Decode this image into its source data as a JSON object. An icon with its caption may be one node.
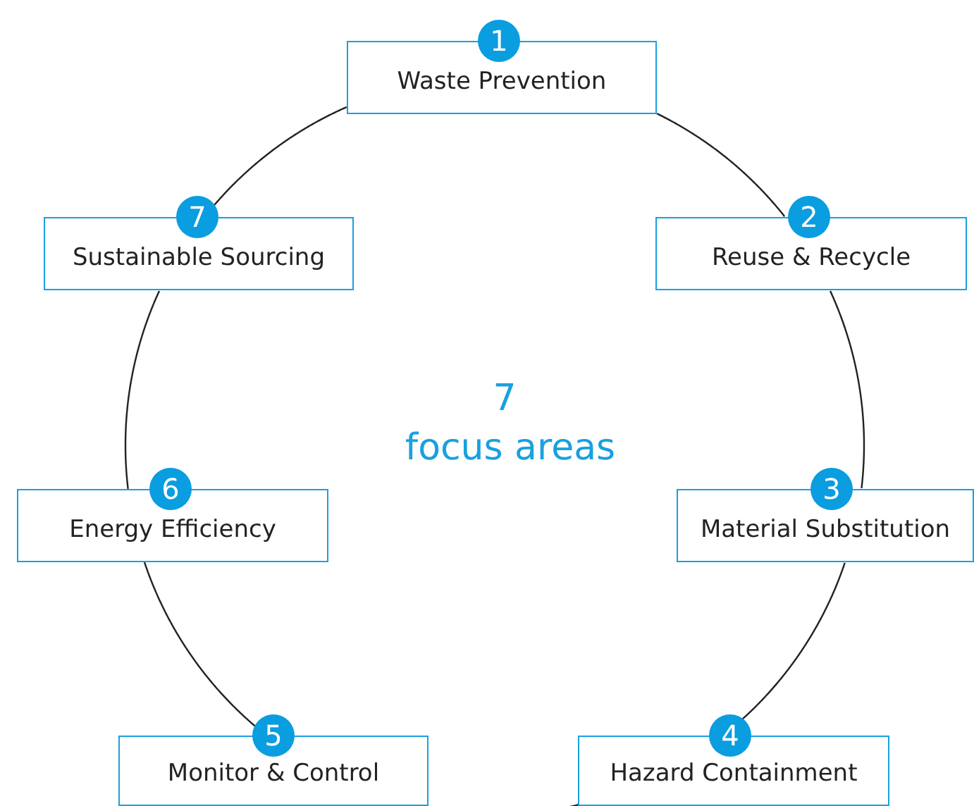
{
  "diagram": {
    "nodes": [
      {
        "text": [
          "1",
          "Waste Prevention"
        ]
      },
      {
        "text": [
          "2",
          "Reuse & Recycle"
        ]
      },
      {
        "text": [
          "3",
          "Material Substitution"
        ]
      },
      {
        "text": [
          "4",
          "Hazard Containment"
        ]
      },
      {
        "text": [
          "5",
          "Monitor & Control"
        ]
      },
      {
        "text": [
          "6",
          "Energy Efficiency"
        ]
      },
      {
        "text": [
          "7",
          "Sustainable Sourcing"
        ]
      }
    ],
    "edges": [
      {
        "from": 0,
        "to": 1,
        "arrow": "none"
      },
      {
        "from": 1,
        "to": 2,
        "arrow": "none"
      },
      {
        "from": 2,
        "to": 3,
        "arrow": "none"
      },
      {
        "from": 3,
        "to": 4,
        "arrow": "none"
      },
      {
        "from": 4,
        "to": 5,
        "arrow": "none"
      },
      {
        "from": 5,
        "to": 6,
        "arrow": "none"
      },
      {
        "from": 6,
        "to": 0,
        "arrow": "none"
      }
    ],
    "labels": [
      "7",
      "focus areas"
    ]
  }
}
